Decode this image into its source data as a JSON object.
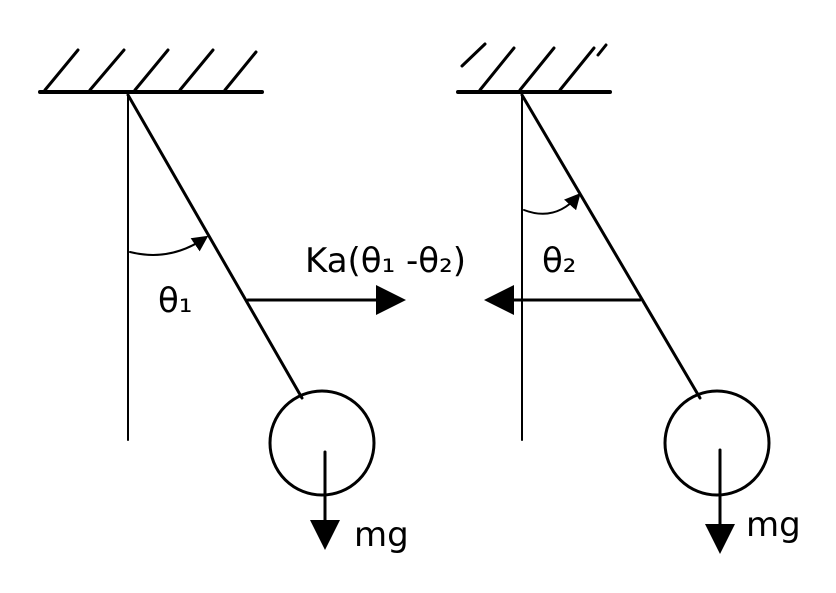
{
  "diagram": {
    "coupling_force_label": "Ka(θ₁ -θ₂)",
    "left_pendulum": {
      "angle_label": "θ₁",
      "weight_label": "mg"
    },
    "right_pendulum": {
      "angle_label": "θ₂",
      "weight_label": "mg"
    },
    "colors": {
      "ink": "#000000",
      "background": "#ffffff"
    }
  }
}
